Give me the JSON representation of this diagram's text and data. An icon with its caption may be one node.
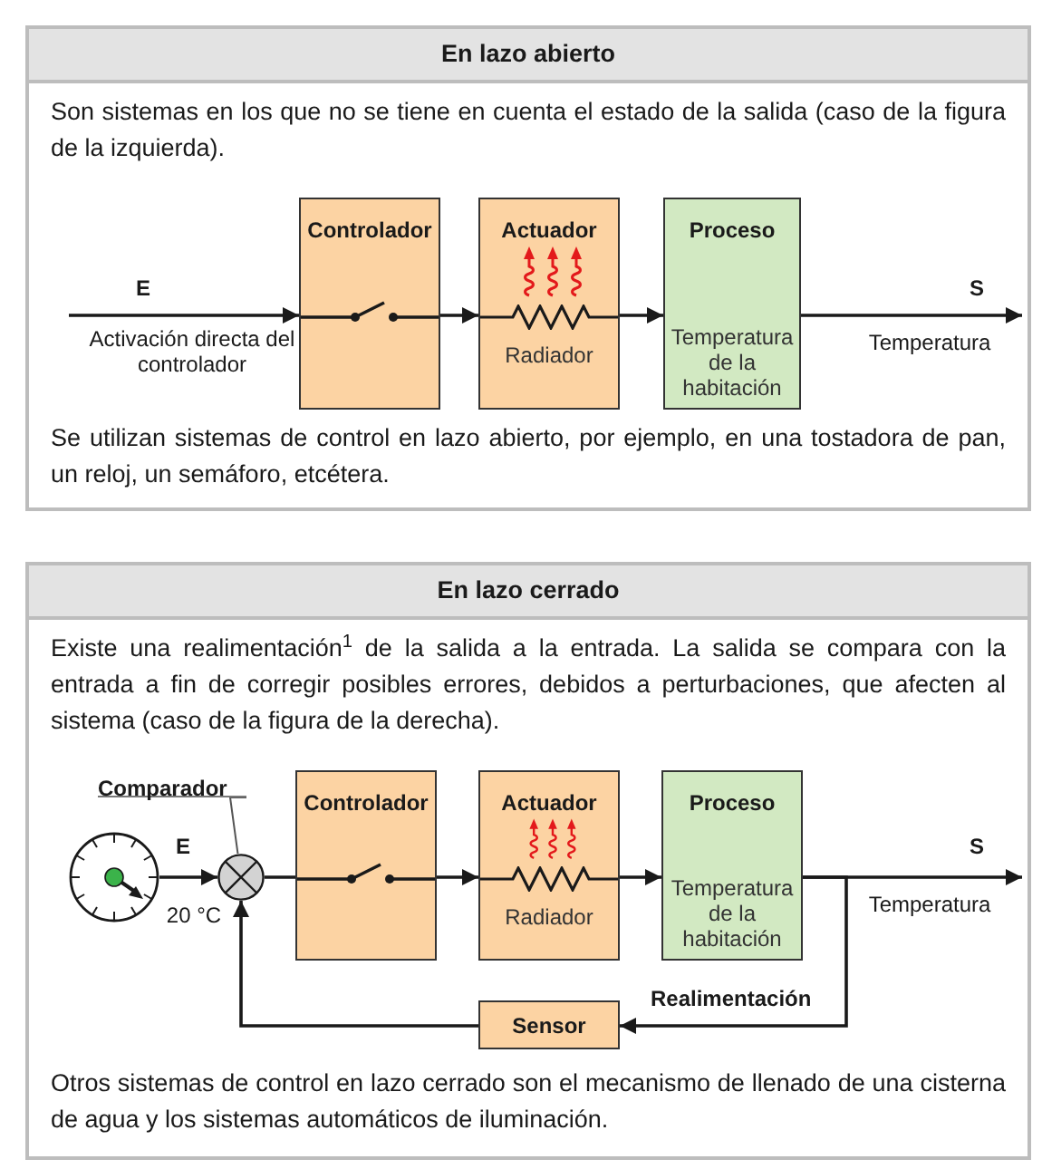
{
  "diagram": {
    "nodes": [
      {
        "text": [
          "En lazo abierto",
          "Son sistemas en los que no se tiene en cuenta el estado de la salida (caso de la figura de la izquierda).",
          "Se utilizan sistemas de control en lazo abierto, por ejemplo, en una tostadora de pan, un reloj, un semáforo, etcétera."
        ]
      },
      {
        "text": [
          "Controlador"
        ],
        "in": 0
      },
      {
        "text": [
          "Actuador",
          "Radiador"
        ],
        "in": 0
      },
      {
        "text": [
          "Proceso",
          "Temperatura de la habitación"
        ],
        "in": 0
      },
      {
        "text": [
          "En lazo cerrado",
          "Existe una realimentación$^{1}$ de la salida a la entrada. La salida se compara con la entrada a fin de corregir posibles errores, debidos a perturbaciones, que afecten al sistema (caso de la figura de la derecha).",
          "Otros sistemas de control en lazo cerrado son el mecanismo de llenado de una cisterna de agua y los sistemas automáticos de iluminación."
        ]
      },
      {
        "text": [],
        "shape": "circle",
        "in": 4
      },
      {
        "text": [],
        "shape": "circle",
        "in": 4
      },
      {
        "text": [
          "Comparador"
        ],
        "in": 4
      },
      {
        "text": [
          "Controlador"
        ],
        "in": 4
      },
      {
        "text": [
          "Actuador",
          "Radiador"
        ],
        "in": 4
      },
      {
        "text": [
          "Proceso",
          "Temperatura de la habitación"
        ],
        "in": 4
      },
      {
        "text": [
          "Sensor"
        ],
        "in": 4
      }
    ],
    "edges": [
      {
        "from": null,
        "to": 1,
        "arrow": "to",
        "label": "E"
      },
      {
        "from": 1,
        "to": 2,
        "arrow": "to"
      },
      {
        "from": 2,
        "to": 3,
        "arrow": "to"
      },
      {
        "from": 3,
        "to": null,
        "arrow": "to",
        "label": "S"
      },
      {
        "from": 5,
        "to": 6,
        "arrow": "to",
        "label": "E"
      },
      {
        "from": 7,
        "to": 6,
        "arrow": "none"
      },
      {
        "from": 6,
        "to": 8,
        "arrow": "none"
      },
      {
        "from": 8,
        "to": 9,
        "arrow": "to"
      },
      {
        "from": 9,
        "to": 10,
        "arrow": "to"
      },
      {
        "from": 10,
        "to": null,
        "arrow": "to",
        "label": "S"
      },
      {
        "from": 10,
        "to": 11,
        "arrow": "to",
        "label": "Realimentación"
      },
      {
        "from": 11,
        "to": 6,
        "arrow": "to"
      }
    ],
    "labels": [
      "Activación directa del controlador",
      "Temperatura",
      "20 °C",
      "Temperatura"
    ]
  }
}
